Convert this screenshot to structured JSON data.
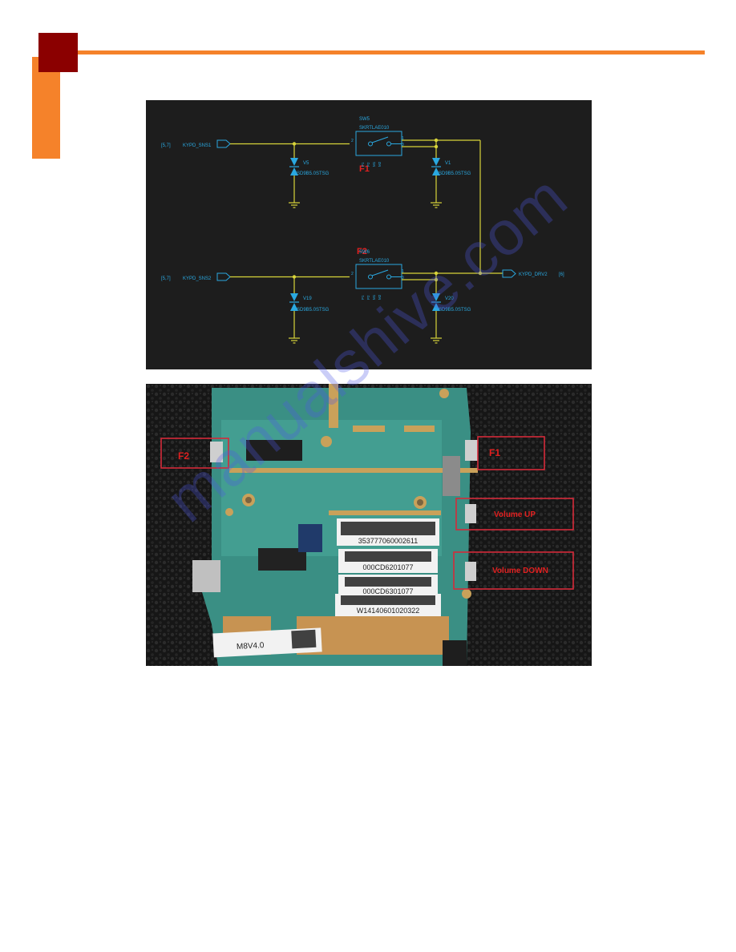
{
  "schematic": {
    "top": {
      "ref_left": "[5,7]",
      "net_left": "KYPD_SNS1",
      "switch_ref": "SW5",
      "switch_part": "SKRTLAE010",
      "label": "F1",
      "diode_left_ref": "V5",
      "diode_left_part": "ESD9B5.0STSG",
      "diode_right_ref": "V1",
      "diode_right_part": "ESD9B5.0STSG",
      "pin_in": "2",
      "pin_out1": "1",
      "pin_out2": "3",
      "pins_bottom": [
        "P1",
        "P2",
        "M1",
        "M2"
      ]
    },
    "bottom": {
      "ref_left": "[5,7]",
      "net_left": "KYPD_SNS2",
      "switch_ref": "SW6",
      "switch_part": "SKRTLAE010",
      "label": "F2",
      "diode_left_ref": "V19",
      "diode_left_part": "ESD9B5.0STSG",
      "diode_right_ref": "V20",
      "diode_right_part": "ESD9B5.0STSG",
      "pin_in": "2",
      "pin_out1": "1",
      "pin_out2": "3",
      "pins_bottom": [
        "P1",
        "P2",
        "M1",
        "M2"
      ],
      "net_right": "KYPD_DRV2",
      "ref_right": "[6]"
    }
  },
  "photo": {
    "callouts": {
      "f2": "F2",
      "f1": "F1",
      "volume_up": "Volume UP",
      "volume_down": "Volume DOWN"
    },
    "labels": {
      "serial1": "353777060002611",
      "serial2": "000CD6201077",
      "serial3": "000CD6301077",
      "serial4": "W14140601020322",
      "board": "M8V4.0"
    }
  },
  "watermark": "manualshive.com",
  "colors": {
    "wire": "#d8d43a",
    "component": "#2aa8e0",
    "annotation": "#e02020",
    "header_square": "#8b0000",
    "header_accent": "#f5822a"
  }
}
